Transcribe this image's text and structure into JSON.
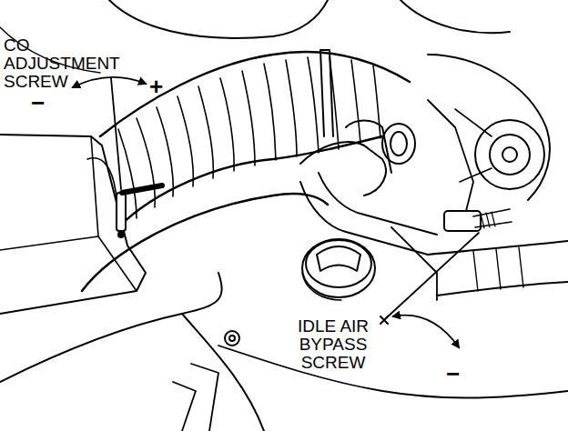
{
  "diagram": {
    "labels": [
      "CO ADJUSTMENT SCREW",
      "−",
      "+",
      "IDLE AIR BYPASS SCREW",
      "−"
    ]
  }
}
